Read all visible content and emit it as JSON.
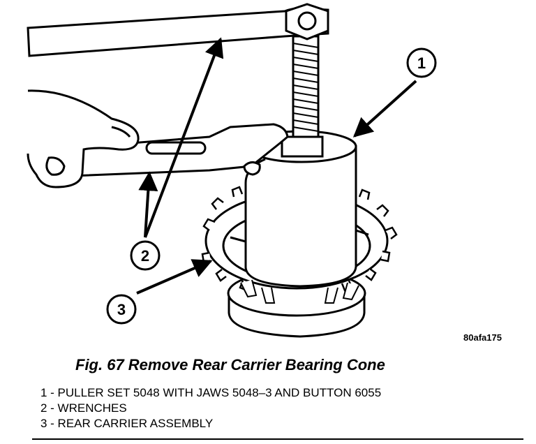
{
  "figure": {
    "id_code": "80afa175",
    "caption": "Fig. 67 Remove Rear Carrier Bearing Cone"
  },
  "callouts": [
    {
      "number": "1"
    },
    {
      "number": "2"
    },
    {
      "number": "3"
    }
  ],
  "legend": [
    {
      "text": "1 - PULLER SET 5048 WITH JAWS 5048–3 AND BUTTON 6055"
    },
    {
      "text": "2 - WRENCHES"
    },
    {
      "text": "3 - REAR CARRIER ASSEMBLY"
    }
  ]
}
